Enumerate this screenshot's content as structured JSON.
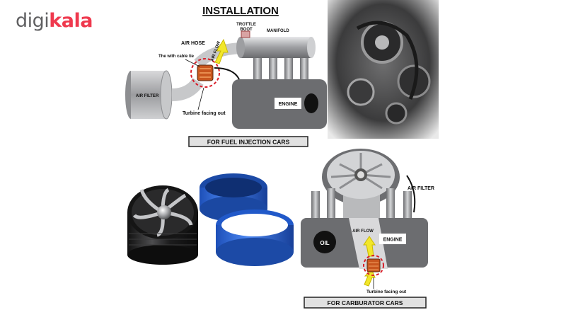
{
  "brand": {
    "part1": "digi",
    "part2": "kala"
  },
  "colors": {
    "brand_red": "#ef394e",
    "brand_gray": "#606062",
    "arrow_yellow": "#f2e72a",
    "hose_blue": "#2a63d6",
    "engine_gray": "#6c6d70"
  },
  "top_diagram": {
    "title": "INSTALLATION",
    "labels": {
      "trottle": "TROTTLE",
      "boot": "BOOT",
      "manifold": "MANIFOLD",
      "air_hose": "AIR HOSE",
      "cable_tie": "The with cable tie",
      "air_flow": "AIR FLOW",
      "air_filter": "AIR FILTER",
      "engine": "ENGINE",
      "turbine": "Turbine facing out"
    },
    "caption": "FOR FUEL INJECTION CARS"
  },
  "bottom_diagram": {
    "labels": {
      "air_filter": "AIR FILTER",
      "oil": "OIL",
      "air_flow": "AIR FLOW",
      "engine": "ENGINE",
      "turbine": "Turbine facing out"
    },
    "caption": "FOR CARBURATOR CARS"
  }
}
